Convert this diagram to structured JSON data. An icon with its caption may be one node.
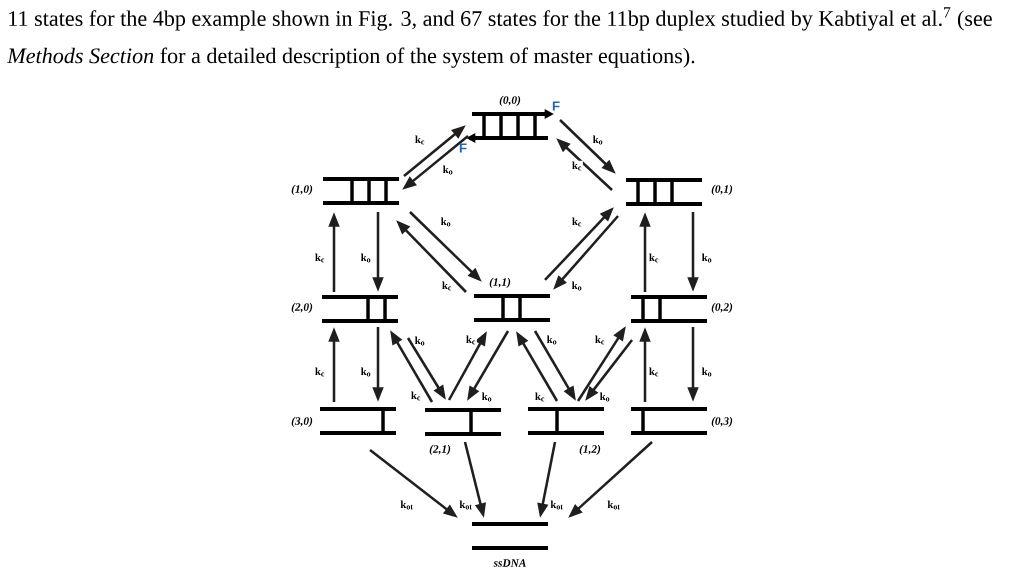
{
  "diagram": {
    "caption": "11 states for the 4bp example shown in Fig. 3, and 67 states for the 11bp duplex studied by Kabtiyal et al.$^{7}$ (see *Methods Section* for a detailed description of the system of master equations).",
    "nodes": [
      {
        "text": [
          "(0,0)"
        ]
      },
      {
        "text": [
          "(1,0)"
        ]
      },
      {
        "text": [
          "(0,1)"
        ]
      },
      {
        "text": [
          "(2,0)"
        ]
      },
      {
        "text": [
          "(1,1)"
        ]
      },
      {
        "text": [
          "(0,2)"
        ]
      },
      {
        "text": [
          "(3,0)"
        ]
      },
      {
        "text": [
          "(2,1)"
        ]
      },
      {
        "text": [
          "(1,2)"
        ]
      },
      {
        "text": [
          "(0,3)"
        ]
      },
      {
        "text": [
          "ssDNA"
        ]
      }
    ],
    "edges": [
      {
        "from": 0,
        "to": 1,
        "arrow": "to",
        "label": "k$_{o}$"
      },
      {
        "from": 1,
        "to": 0,
        "arrow": "to",
        "label": "k$_{c}$"
      },
      {
        "from": 0,
        "to": 2,
        "arrow": "to",
        "label": "k$_{o}$"
      },
      {
        "from": 2,
        "to": 0,
        "arrow": "to",
        "label": "k$_{c}$"
      },
      {
        "from": 1,
        "to": 3,
        "arrow": "to",
        "label": "k$_{o}$"
      },
      {
        "from": 3,
        "to": 1,
        "arrow": "to",
        "label": "k$_{c}$"
      },
      {
        "from": 1,
        "to": 4,
        "arrow": "to",
        "label": "k$_{o}$"
      },
      {
        "from": 4,
        "to": 1,
        "arrow": "to",
        "label": "k$_{c}$"
      },
      {
        "from": 4,
        "to": 2,
        "arrow": "to",
        "label": "k$_{c}$"
      },
      {
        "from": 2,
        "to": 4,
        "arrow": "to",
        "label": "k$_{o}$"
      },
      {
        "from": 2,
        "to": 5,
        "arrow": "to",
        "label": "k$_{o}$"
      },
      {
        "from": 5,
        "to": 2,
        "arrow": "to",
        "label": "k$_{c}$"
      },
      {
        "from": 3,
        "to": 6,
        "arrow": "to",
        "label": "k$_{o}$"
      },
      {
        "from": 6,
        "to": 3,
        "arrow": "to",
        "label": "k$_{c}$"
      },
      {
        "from": 3,
        "to": 7,
        "arrow": "to",
        "label": "k$_{o}$"
      },
      {
        "from": 7,
        "to": 3,
        "arrow": "to",
        "label": "k$_{c}$"
      },
      {
        "from": 7,
        "to": 4,
        "arrow": "to",
        "label": "k$_{c}$"
      },
      {
        "from": 4,
        "to": 7,
        "arrow": "to",
        "label": "k$_{o}$"
      },
      {
        "from": 8,
        "to": 4,
        "arrow": "to",
        "label": "k$_{c}$"
      },
      {
        "from": 4,
        "to": 8,
        "arrow": "to",
        "label": "k$_{o}$"
      },
      {
        "from": 8,
        "to": 5,
        "arrow": "to",
        "label": "k$_{c}$"
      },
      {
        "from": 5,
        "to": 8,
        "arrow": "to",
        "label": "k$_{o}$"
      },
      {
        "from": 5,
        "to": 9,
        "arrow": "to",
        "label": "k$_{o}$"
      },
      {
        "from": 9,
        "to": 5,
        "arrow": "to",
        "label": "k$_{c}$"
      },
      {
        "from": 6,
        "to": 10,
        "arrow": "to",
        "label": "k$_{ot}$"
      },
      {
        "from": 7,
        "to": 10,
        "arrow": "to",
        "label": "k$_{ot}$"
      },
      {
        "from": 8,
        "to": 10,
        "arrow": "to",
        "label": "k$_{ot}$"
      },
      {
        "from": 9,
        "to": 10,
        "arrow": "to",
        "label": "k$_{ot}$"
      }
    ],
    "labels": [
      "F",
      "F"
    ]
  }
}
